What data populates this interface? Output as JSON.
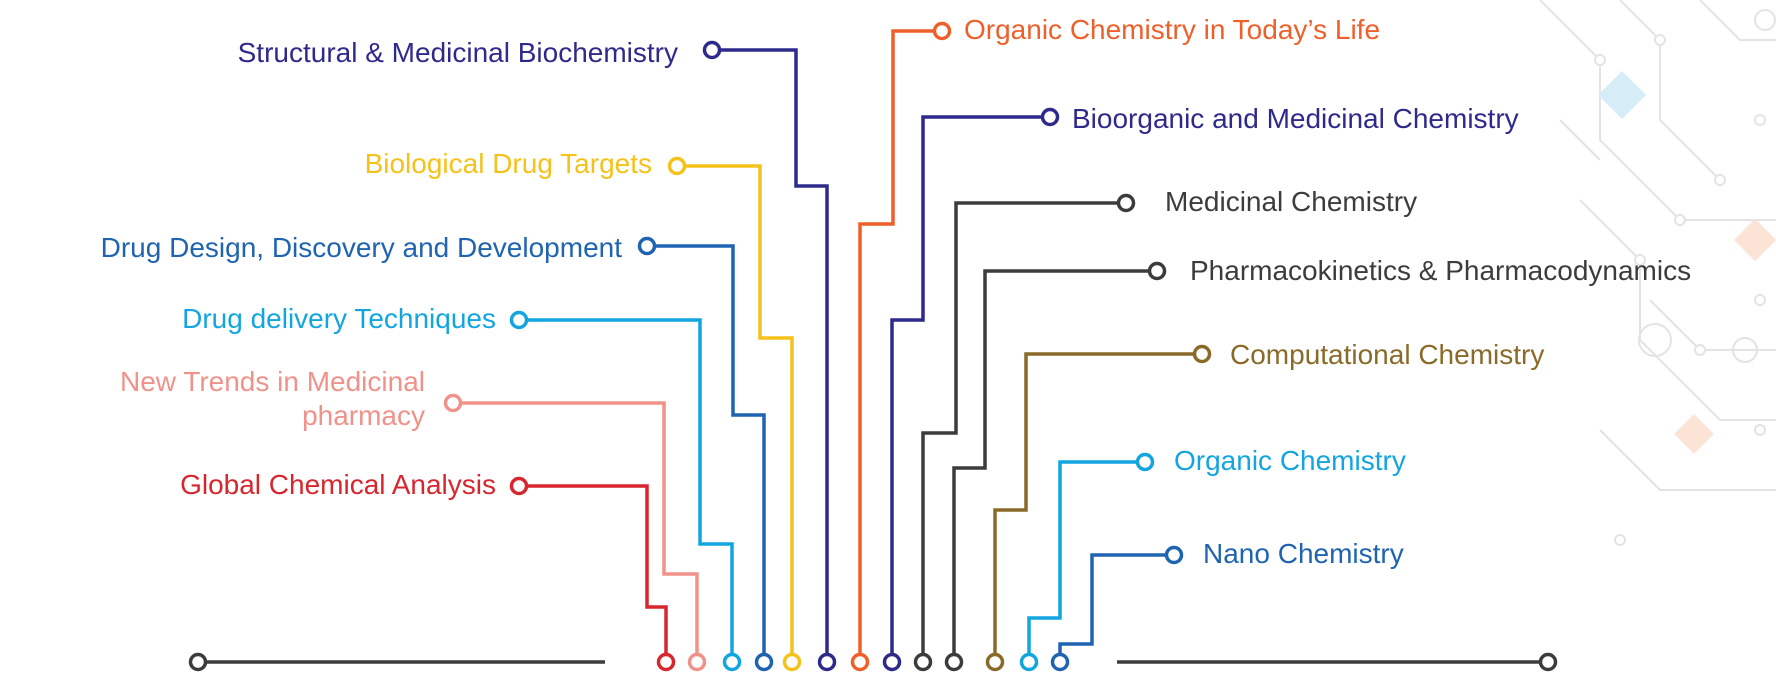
{
  "topics_left": [
    {
      "id": "structural",
      "label": "Structural & Medicinal Biochemistry",
      "color": "#2e2a8c"
    },
    {
      "id": "biological",
      "label": "Biological Drug Targets",
      "color": "#f4c21a"
    },
    {
      "id": "drug-design",
      "label": "Drug Design, Discovery and Development",
      "color": "#1f64b0"
    },
    {
      "id": "drug-delivery",
      "label": "Drug delivery Techniques",
      "color": "#13a5e0"
    },
    {
      "id": "new-trends",
      "label": "New Trends in Medicinal pharmacy",
      "color": "#f0928a"
    },
    {
      "id": "global-analysis",
      "label": "Global Chemical Analysis",
      "color": "#d7262d"
    }
  ],
  "topics_right": [
    {
      "id": "organic-life",
      "label": "Organic Chemistry in Today’s Life",
      "color": "#ef5f2a"
    },
    {
      "id": "bioorganic",
      "label": "Bioorganic and Medicinal Chemistry",
      "color": "#2e2a8c"
    },
    {
      "id": "medicinal",
      "label": "Medicinal Chemistry",
      "color": "#3c3c3c"
    },
    {
      "id": "pharmacokinetics",
      "label": "Pharmacokinetics & Pharmacodynamics",
      "color": "#3c3c3c"
    },
    {
      "id": "computational",
      "label": "Computational Chemistry",
      "color": "#8a6a28"
    },
    {
      "id": "organic",
      "label": "Organic Chemistry",
      "color": "#13a5e0"
    },
    {
      "id": "nano",
      "label": "Nano Chemistry",
      "color": "#1f64b0"
    }
  ],
  "baseline_color": "#3c3c3c",
  "decoration_colors": [
    "#e3e3e3",
    "#d6ecf7",
    "#fbe3d6"
  ]
}
